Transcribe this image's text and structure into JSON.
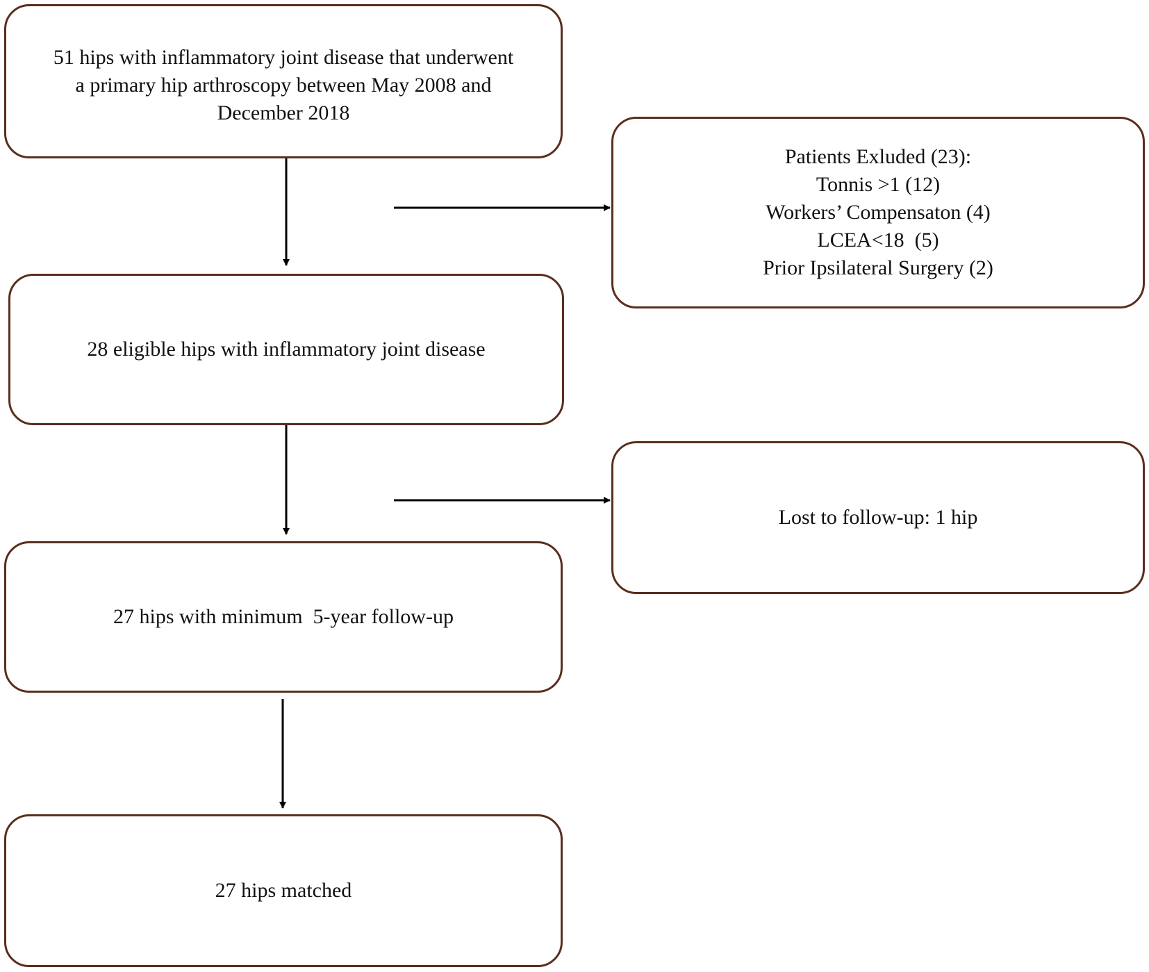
{
  "flowchart": {
    "start_box": {
      "lines": [
        "51 hips with inflammatory joint disease that underwent",
        "a primary hip arthroscopy between May 2008 and",
        "December 2018"
      ]
    },
    "eligible_box": {
      "text": "28 eligible hips with inflammatory joint disease"
    },
    "followup_box": {
      "text": "27 hips with minimum  5-year follow-up"
    },
    "matched_box": {
      "text": "27 hips matched"
    },
    "excluded_box": {
      "lines": [
        "Patients Exluded (23):",
        "Tonnis >1 (12)",
        "Workers’ Compensaton (4)",
        "LCEA<18  (5)",
        "Prior Ipsilateral Surgery (2)"
      ]
    },
    "lost_box": {
      "text": "Lost to follow-up: 1 hip"
    },
    "colors": {
      "box_border": "#5a2e1e",
      "arrow": "#000000",
      "text": "#111111"
    }
  }
}
